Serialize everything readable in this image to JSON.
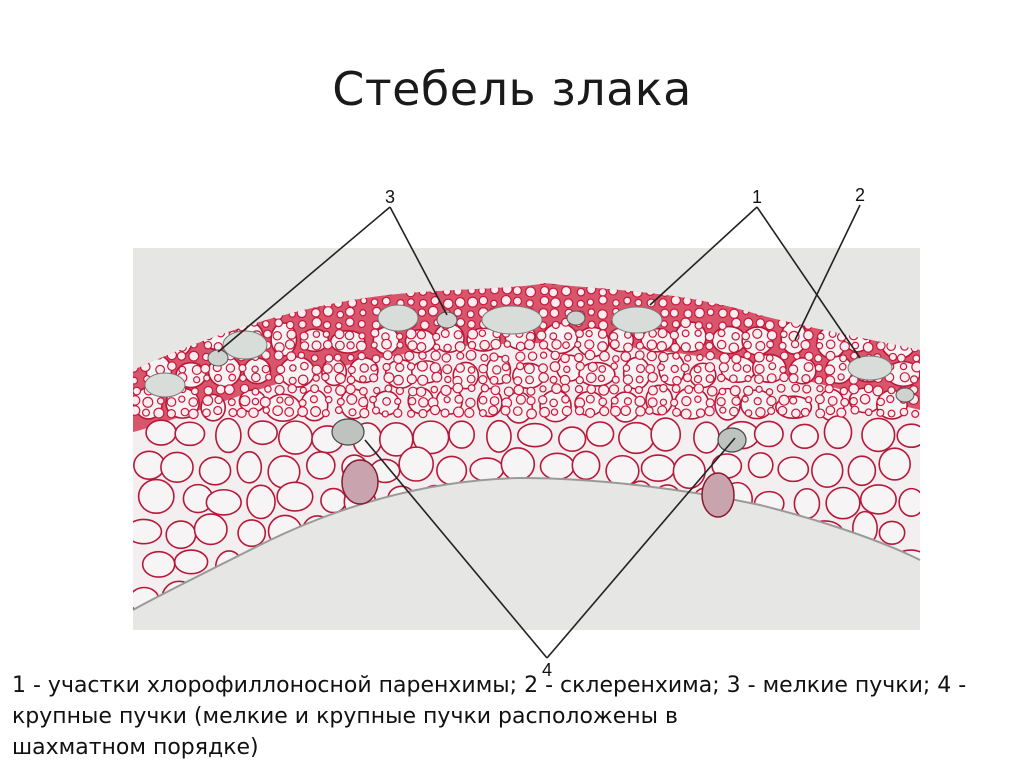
{
  "slide": {
    "title": "Стебель злака"
  },
  "figure": {
    "callouts": [
      {
        "number": "3"
      },
      {
        "number": "1"
      },
      {
        "number": "2"
      },
      {
        "number": "4"
      }
    ],
    "colors": {
      "background": "#e6e6e4",
      "sclerenchyma": "#c81a3c",
      "parenchyma_cell_wall": "#b81838",
      "parenchyma_cell_fill": "#f7f4f5",
      "leader_line": "#222222"
    }
  },
  "caption": {
    "lines": [
      "1 - участки хлорофиллоносной паренхимы; 2 - склеренхима; 3 - мелкие пучки; 4 -",
      "крупные пучки (мелкие и крупные пучки расположены в",
      "шахматном порядке)"
    ]
  }
}
